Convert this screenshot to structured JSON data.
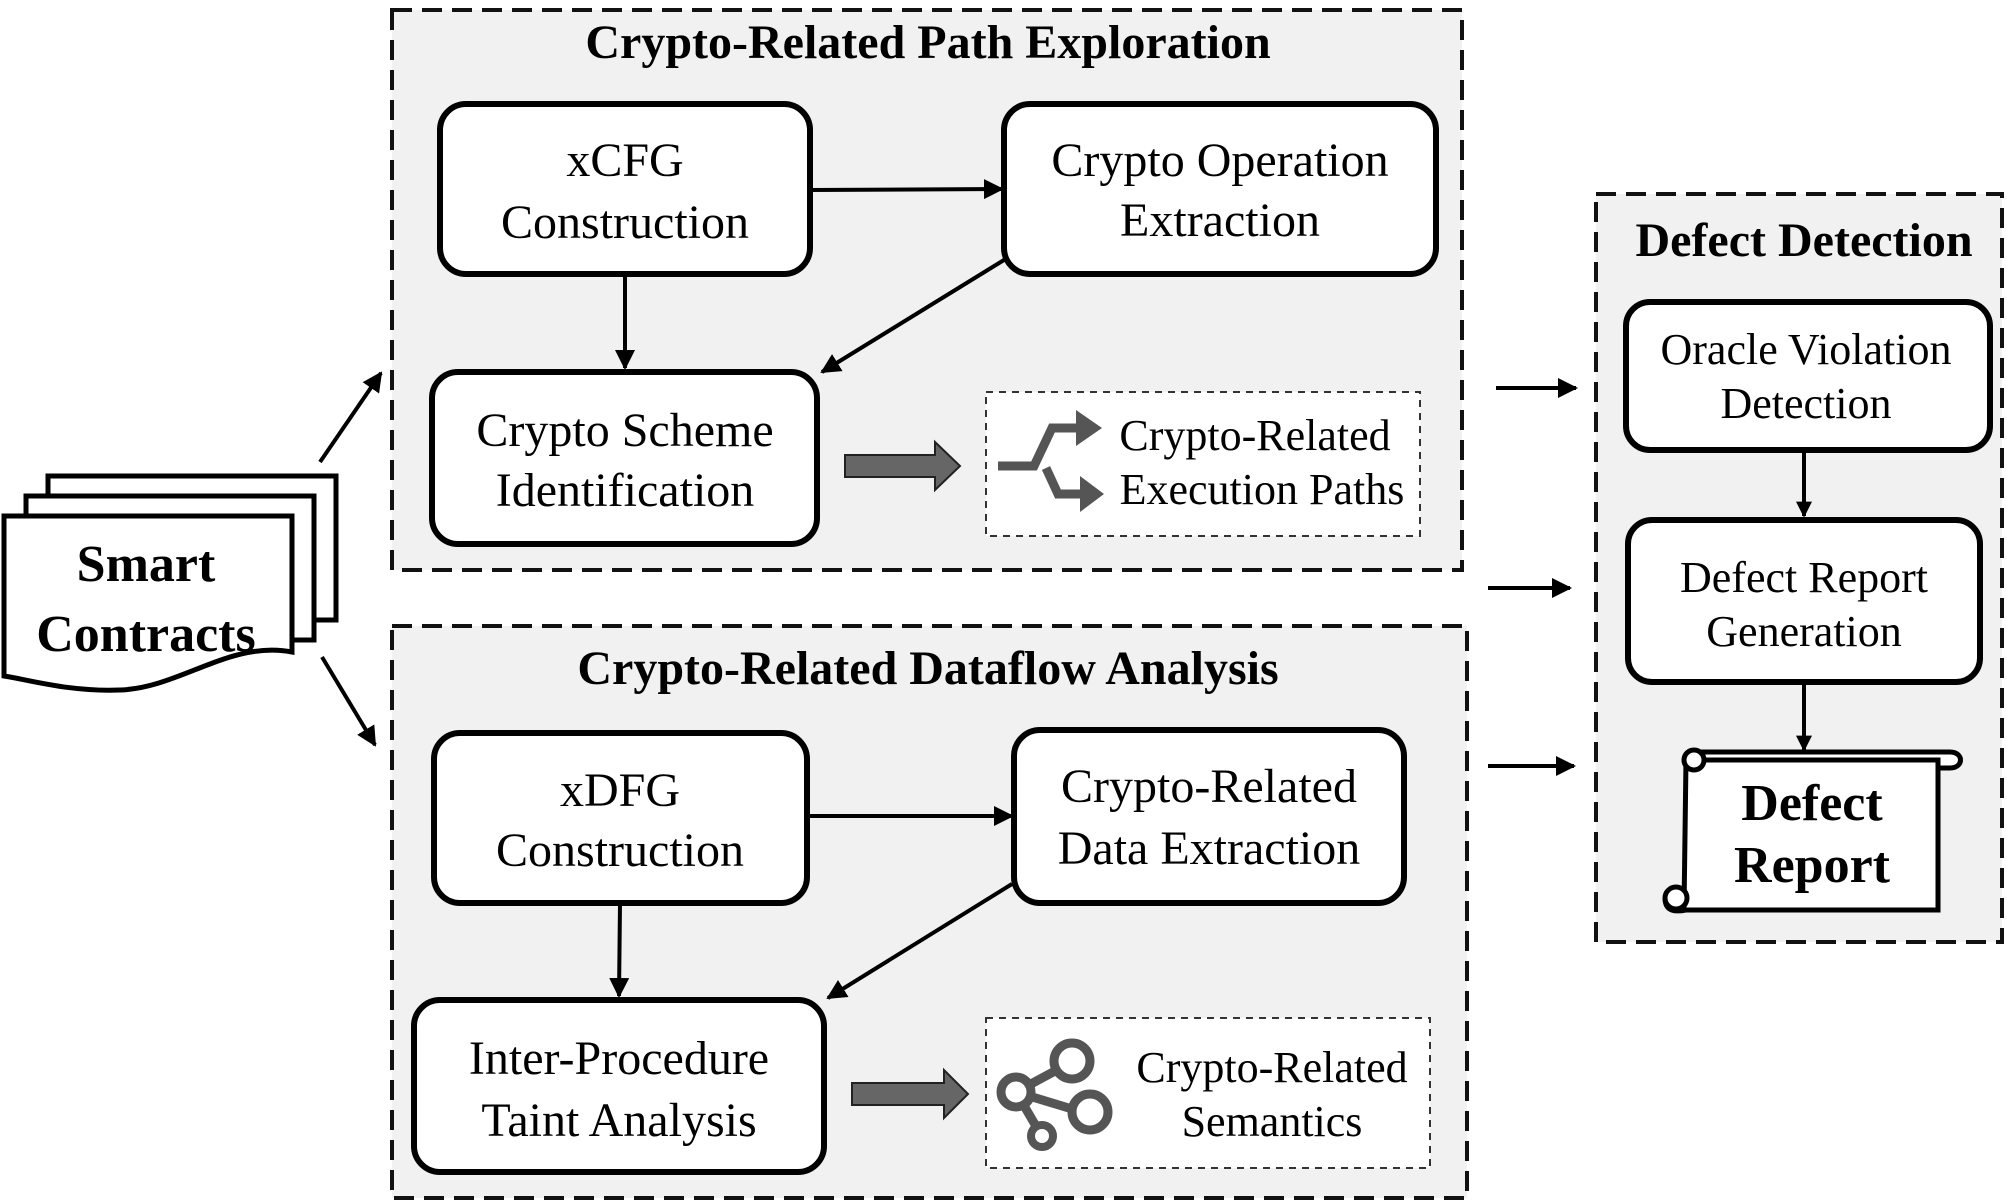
{
  "source": {
    "line1": "Smart",
    "line2": "Contracts"
  },
  "path_exploration": {
    "title": "Crypto-Related Path Exploration",
    "xcfg": [
      "xCFG",
      "Construction"
    ],
    "crypto_op": [
      "Crypto Operation",
      "Extraction"
    ],
    "scheme_id": [
      "Crypto Scheme",
      "Identification"
    ],
    "output": [
      "Crypto-Related",
      "Execution Paths"
    ]
  },
  "dataflow": {
    "title": "Crypto-Related Dataflow Analysis",
    "xdfg": [
      "xDFG",
      "Construction"
    ],
    "data_extract": [
      "Crypto-Related",
      "Data Extraction"
    ],
    "taint": [
      "Inter-Procedure",
      "Taint Analysis"
    ],
    "output": [
      "Crypto-Related",
      "Semantics"
    ]
  },
  "defect": {
    "title": "Defect Detection",
    "oracle": [
      "Oracle Violation",
      "Detection"
    ],
    "report_gen": [
      "Defect Report",
      "Generation"
    ],
    "report": [
      "Defect",
      "Report"
    ]
  },
  "icons": {
    "paths_icon": "branching-path-arrows-icon",
    "semantics_icon": "share-nodes-icon",
    "document_icon": "stacked-documents-icon",
    "scroll_icon": "scroll-icon"
  },
  "colors": {
    "panel_fill": "#f1f1f1",
    "arrow_fill": "#666666",
    "icon_fill": "#555555"
  }
}
